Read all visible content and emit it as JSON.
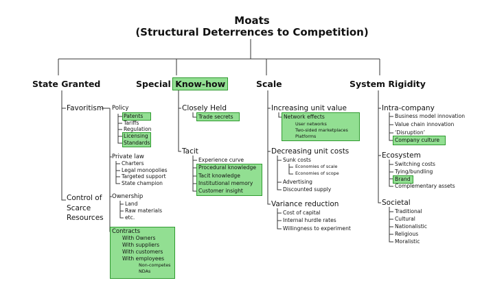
{
  "title": "Moats",
  "subtitle": "(Structural Deterrences to Competition)",
  "columns": {
    "state_granted": {
      "label": "State Granted",
      "favoritism": "Favoritism",
      "policy": "Policy",
      "policy_items": [
        "Patents",
        "Tariffs",
        "Regulation",
        "Licensing",
        "Standards"
      ],
      "private_law": "Private law",
      "private_law_items": [
        "Charters",
        "Legal monopolies",
        "Targeted support",
        "State champion"
      ],
      "control": [
        "Control of",
        "Scarce",
        "Resources"
      ],
      "ownership": "Ownership",
      "ownership_items": [
        "Land",
        "Raw materials",
        "etc."
      ],
      "contracts": "Contracts",
      "contracts_items": [
        "With Owners",
        "With suppliers",
        "With customers",
        "With employees"
      ],
      "employee_items": [
        "Non-competes",
        "NDAs"
      ]
    },
    "special_knowhow": {
      "label_prefix": "Special",
      "label_highlight": "Know-how",
      "closely_held": "Closely Held",
      "closely_held_items": [
        "Trade secrets"
      ],
      "tacit": "Tacit",
      "tacit_items": [
        "Experience curve",
        "Procedural knowledge",
        "Tacit knowledge",
        "Institutional memory",
        "Customer insight"
      ]
    },
    "scale": {
      "label": "Scale",
      "increasing": "Increasing unit value",
      "network_effects": "Network effects",
      "network_items": [
        "User networks",
        "Two-sided marketplaces",
        "Platforms"
      ],
      "decreasing": "Decreasing unit costs",
      "sunk_costs": "Sunk costs",
      "sunk_items": [
        "Economies of scale",
        "Economies of scope"
      ],
      "decreasing_items": [
        "Advertising",
        "Discounted supply"
      ],
      "variance": "Variance reduction",
      "variance_items": [
        "Cost of capital",
        "Internal hurdle rates",
        "Willingness to experiment"
      ]
    },
    "system_rigidity": {
      "label": "System Rigidity",
      "intra": "Intra-company",
      "intra_items": [
        "Business model innovation",
        "Value chain innovation",
        "‘Disruption’",
        "Company culture"
      ],
      "ecosystem": "Ecosystem",
      "ecosystem_items": [
        "Switching costs",
        "Tying/bundling",
        "Brand",
        "Complementary assets"
      ],
      "societal": "Societal",
      "societal_items": [
        "Traditional",
        "Cultural",
        "Nationalistic",
        "Religious",
        "Moralistic"
      ]
    }
  },
  "colors": {
    "highlight": "#92df92",
    "highlight_border": "#2f9a2f",
    "line": "#333333"
  }
}
